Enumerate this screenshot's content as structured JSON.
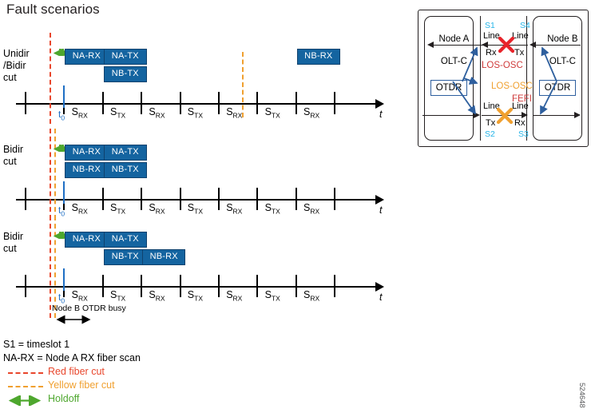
{
  "title": "Fault scenarios",
  "doc_id": "524648",
  "colors": {
    "msg_fill": "#1464a0",
    "msg_border": "#10426e",
    "cut_red": "#e8462c",
    "cut_yellow": "#f0a030",
    "holdoff_green": "#4ea72e",
    "timeslot_cyan": "#27b5e8",
    "t0_blue": "#1f6fc4",
    "otdr_border": "#2e5f9e",
    "alarm_red": "#cf3b3b"
  },
  "timelines": [
    {
      "id": "unidir-bidir-cut",
      "label": "Unidir\n/Bidir\ncut",
      "slots": [
        "S_RX",
        "S_TX",
        "S_RX",
        "S_TX",
        "S_RX",
        "S_TX",
        "S_RX"
      ],
      "axis_label": "t",
      "t0_label": "t0",
      "messages": [
        {
          "text": "NA-RX",
          "row": 0,
          "slot": 0
        },
        {
          "text": "NA-TX",
          "row": 0,
          "slot": 1
        },
        {
          "text": "NB-TX",
          "row": 1,
          "slot": 1
        },
        {
          "text": "NB-RX",
          "row": 0,
          "slot": 6
        }
      ],
      "cuts": [
        {
          "type": "red",
          "label": "Red fiber cut"
        },
        {
          "type": "yellow",
          "label": "Yellow fiber cut"
        }
      ],
      "holdoff": true
    },
    {
      "id": "bidir-cut-a",
      "label": "Bidir\ncut",
      "slots": [
        "S_RX",
        "S_TX",
        "S_RX",
        "S_TX",
        "S_RX",
        "S_TX",
        "S_RX"
      ],
      "axis_label": "t",
      "t0_label": "t0",
      "messages": [
        {
          "text": "NA-RX",
          "row": 0,
          "slot": 0
        },
        {
          "text": "NA-TX",
          "row": 0,
          "slot": 1
        },
        {
          "text": "NB-RX",
          "row": 1,
          "slot": 0
        },
        {
          "text": "NB-TX",
          "row": 1,
          "slot": 1
        }
      ],
      "cuts": [
        {
          "type": "red",
          "label": "Red fiber cut"
        },
        {
          "type": "yellow",
          "label": "Yellow fiber cut"
        }
      ],
      "holdoff": true
    },
    {
      "id": "bidir-cut-b",
      "label": "Bidir\ncut",
      "slots": [
        "S_RX",
        "S_TX",
        "S_RX",
        "S_TX",
        "S_RX",
        "S_TX",
        "S_RX"
      ],
      "axis_label": "t",
      "t0_label": "t0",
      "messages": [
        {
          "text": "NA-RX",
          "row": 0,
          "slot": 0
        },
        {
          "text": "NA-TX",
          "row": 0,
          "slot": 1
        },
        {
          "text": "NB-TX",
          "row": 1,
          "slot": 1
        },
        {
          "text": "NB-RX",
          "row": 1,
          "slot": 2
        }
      ],
      "cuts": [
        {
          "type": "red",
          "label": "Red fiber cut"
        },
        {
          "type": "yellow",
          "label": "Yellow fiber cut"
        }
      ],
      "holdoff": true,
      "annotation": "Node B OTDR busy"
    }
  ],
  "node_figure": {
    "node_a": {
      "name": "Node A",
      "type": "OLT-C",
      "otdr": "OTDR"
    },
    "node_b": {
      "name": "Node B",
      "type": "OLT-C",
      "otdr": "OTDR"
    },
    "top_path": {
      "left_timeslot": "S1",
      "left_port": "Line",
      "left_port_dir": "Rx",
      "right_timeslot": "S4",
      "right_port": "Line",
      "right_port_dir": "Tx",
      "alarm": "LOS-OSC",
      "fault_marker": "x-red"
    },
    "bottom_path": {
      "left_timeslot": "S2",
      "left_port": "Line",
      "left_port_dir": "Tx",
      "right_timeslot": "S3",
      "right_port": "Line",
      "right_port_dir": "Rx",
      "alarm": "LOS-OSC",
      "alarm2": "FEFI",
      "fault_marker": "x-yellow"
    }
  },
  "legend": {
    "timeslot_def": "S1 = timeslot 1",
    "scan_def": "NA-RX = Node A RX fiber scan",
    "red_cut": "Red fiber cut",
    "yellow_cut": "Yellow fiber cut",
    "holdoff": "Holdoff"
  }
}
